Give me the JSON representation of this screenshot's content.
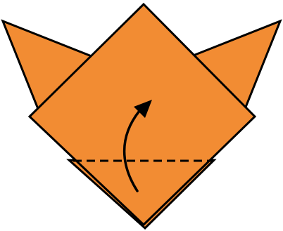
{
  "diagram": {
    "kind": "origami-fold-instruction",
    "colors": {
      "paper": "#F28C33",
      "outline": "#000000",
      "background": "#FFFFFF",
      "fold_line": "#000000",
      "arrow": "#000000"
    },
    "fold_line_style": "dashed",
    "fold_direction": "up",
    "icons": {
      "arrow": "curved-fold-arrow-icon"
    }
  }
}
